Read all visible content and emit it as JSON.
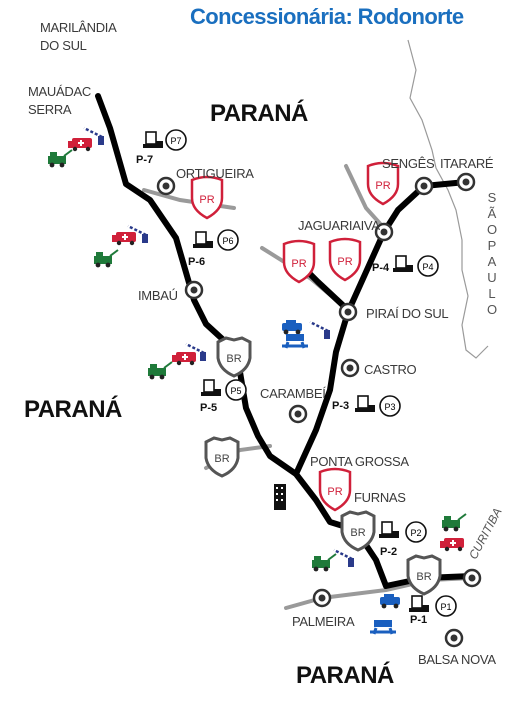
{
  "title": "Concessionária: Rodonorte",
  "state_labels": [
    "PARANÁ",
    "PARANÁ",
    "PARANÁ"
  ],
  "neighbor_state": "SÃO PAULO",
  "cities": {
    "marilandia_1": "MARILÂNDIA",
    "marilandia_2": "DO SUL",
    "mauadac_1": "MAUÁDAC",
    "mauadac_2": "SERRA",
    "ortigueira": "ORTIGUEIRA",
    "imbau": "IMBAÚ",
    "carambei": "CARAMBEÍ",
    "ponta_grossa": "PONTA GROSSA",
    "furnas": "FURNAS",
    "palmeira": "PALMEIRA",
    "balsa_nova": "BALSA NOVA",
    "curitiba": "CURITIBA",
    "castro": "CASTRO",
    "pirai_do_sul": "PIRAÍ DO SUL",
    "jaguariaiva": "JAGUARIAIVA",
    "senges": "SENGÊS",
    "itarare": "ITARARÉ"
  },
  "tolls": {
    "p1": {
      "label": "P-1",
      "badge": "P1"
    },
    "p2": {
      "label": "P-2",
      "badge": "P2"
    },
    "p3": {
      "label": "P-3",
      "badge": "P3"
    },
    "p4": {
      "label": "P-4",
      "badge": "P4"
    },
    "p5": {
      "label": "P-5",
      "badge": "P5"
    },
    "p6": {
      "label": "P-6",
      "badge": "P6"
    },
    "p7": {
      "label": "P-7",
      "badge": "P7"
    }
  },
  "shields": {
    "pr": "PR",
    "br": "BR"
  },
  "colors": {
    "road": "#000000",
    "secondary_road": "#9a9a9a",
    "state_border": "#9a9a9a",
    "title": "#1a6fbf",
    "pr_shield": "#d0203a",
    "ambulance": "#d0203a",
    "tow_truck": "#1f7a3a",
    "police": "#1a5fbf",
    "service": "#2a3a8a"
  },
  "icons": [
    "toll-booth-icon",
    "ambulance-icon",
    "tow-truck-icon",
    "police-car-icon",
    "service-gate-icon",
    "city-marker-icon",
    "building-icon"
  ]
}
